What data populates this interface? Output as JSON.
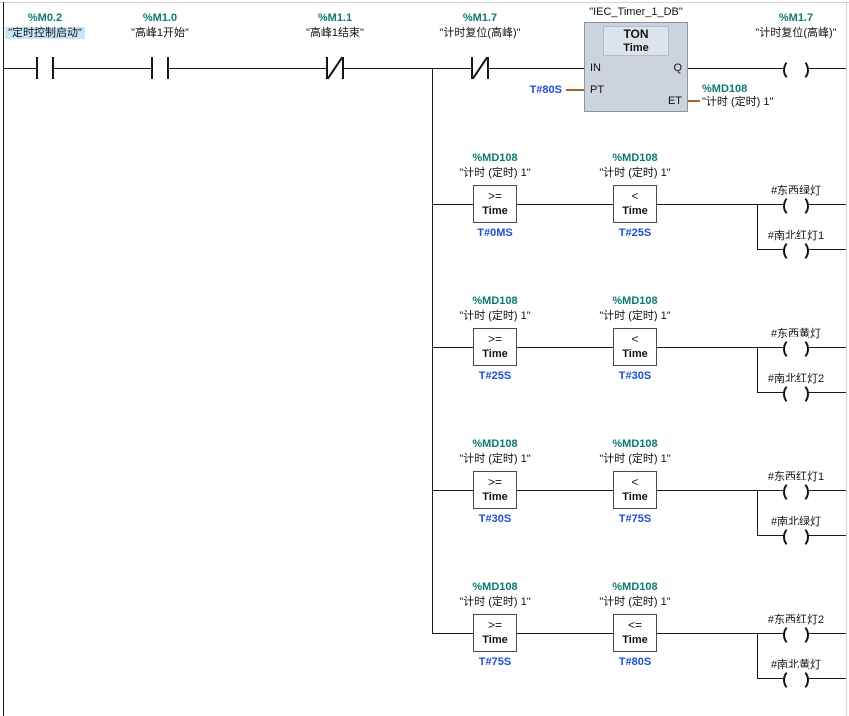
{
  "colors": {
    "operand_address": "#0d7a72",
    "time_constant": "#1f4fd0",
    "selection_highlight": "#c9e6f8",
    "block_fill": "#ccd3dd",
    "param_wire": "#a8632c",
    "wire": "#1b1b1b"
  },
  "rung1": {
    "contacts": [
      {
        "address": "%M0.2",
        "name": "\"定时控制启动\"",
        "type": "NO"
      },
      {
        "address": "%M1.0",
        "name": "\"高峰1开始\"",
        "type": "NO"
      },
      {
        "address": "%M1.1",
        "name": "\"高峰1结束\"",
        "type": "NC"
      },
      {
        "address": "%M1.7",
        "name": "\"计时复位(高峰)\"",
        "type": "NC"
      }
    ],
    "timer": {
      "instance": "\"IEC_Timer_1_DB\"",
      "block_type": "TON",
      "data_type": "Time",
      "pins": {
        "in": "IN",
        "pt": "PT",
        "q": "Q",
        "et": "ET"
      },
      "pt_value": "T#80S",
      "et_operand": {
        "address": "%MD108",
        "name": "\"计时 (定时) 1\""
      }
    },
    "coil": {
      "address": "%M1.7",
      "name": "\"计时复位(高峰)\""
    }
  },
  "branch_rungs": [
    {
      "cmp1": {
        "address": "%MD108",
        "name": "\"计时 (定时) 1\"",
        "operator": ">=",
        "data_type": "Time",
        "value": "T#0MS"
      },
      "cmp2": {
        "address": "%MD108",
        "name": "\"计时 (定时) 1\"",
        "operator": "<",
        "data_type": "Time",
        "value": "T#25S"
      },
      "coil1": "#东西绿灯",
      "coil2": "#南北红灯1"
    },
    {
      "cmp1": {
        "address": "%MD108",
        "name": "\"计时 (定时) 1\"",
        "operator": ">=",
        "data_type": "Time",
        "value": "T#25S"
      },
      "cmp2": {
        "address": "%MD108",
        "name": "\"计时 (定时) 1\"",
        "operator": "<",
        "data_type": "Time",
        "value": "T#30S"
      },
      "coil1": "#东西黄灯",
      "coil2": "#南北红灯2"
    },
    {
      "cmp1": {
        "address": "%MD108",
        "name": "\"计时 (定时) 1\"",
        "operator": ">=",
        "data_type": "Time",
        "value": "T#30S"
      },
      "cmp2": {
        "address": "%MD108",
        "name": "\"计时 (定时) 1\"",
        "operator": "<",
        "data_type": "Time",
        "value": "T#75S"
      },
      "coil1": "#东西红灯1",
      "coil2": "#南北绿灯"
    },
    {
      "cmp1": {
        "address": "%MD108",
        "name": "\"计时 (定时) 1\"",
        "operator": ">=",
        "data_type": "Time",
        "value": "T#75S"
      },
      "cmp2": {
        "address": "%MD108",
        "name": "\"计时 (定时) 1\"",
        "operator": "<=",
        "data_type": "Time",
        "value": "T#80S"
      },
      "coil1": "#东西红灯2",
      "coil2": "#南北黄灯"
    }
  ]
}
